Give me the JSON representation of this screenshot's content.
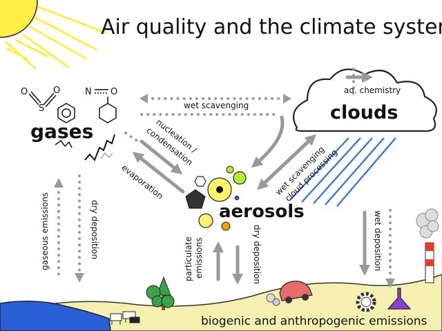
{
  "title": "Air quality and the climate system",
  "nodes": {
    "gases": "gases",
    "aerosols": "aerosols",
    "clouds": "clouds"
  },
  "labels": {
    "aq_chemistry": "aq. chemistry",
    "wet_scavenging_top": "wet scavenging",
    "nucleation": "nucleation /",
    "condensation": "condensation",
    "evaporation": "evaporation",
    "wet_scavenging_mid": "wet scavenging",
    "cloud_processing": "cloud processing",
    "gaseous_emissions": "gaseous emissions",
    "dry_deposition_left": "dry deposition",
    "particulate": "particulate",
    "emissions": "emissions",
    "dry_deposition_mid": "dry deposition",
    "wet_deposition": "wet deposition",
    "ground": "biogenic and anthropogenic emissions"
  },
  "molecule_atoms": {
    "o1": "O",
    "o2": "O",
    "s": "S",
    "n": "N",
    "o3": "O"
  },
  "colors": {
    "sun": "#ffee44",
    "arrow_gray": "#999999",
    "rain_blue": "#2a6ee8",
    "water_blue": "#2a5fd8",
    "ground": "#f5efb0",
    "tree_green": "#3aa24a",
    "car_red": "#e86a6a",
    "flask_purple": "#8c3fd8",
    "aerosol_yellow": "#fff46a",
    "aerosol_green": "#b6ec34",
    "aerosol_orange": "#f5a000",
    "aerosol_blue": "#3a5fd8"
  }
}
